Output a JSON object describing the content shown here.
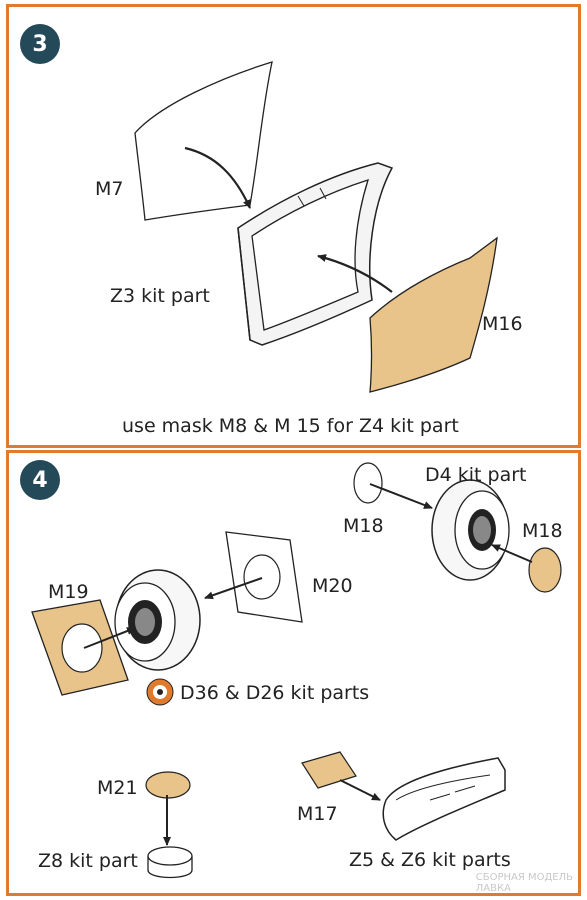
{
  "step3": {
    "number": "3",
    "labels": {
      "m7": "M7",
      "z3": "Z3 kit part",
      "m16": "M16",
      "note": "use mask M8 & M 15 for Z4 kit part"
    }
  },
  "step4": {
    "number": "4",
    "labels": {
      "d4": "D4 kit part",
      "m18_left": "M18",
      "m18_right": "M18",
      "m19": "M19",
      "m20": "M20",
      "d36": "D36 & D26 kit parts",
      "m21": "M21",
      "z8": "Z8 kit part",
      "m17": "M17",
      "z5": "Z5 & Z6 kit parts"
    }
  },
  "watermark": {
    "line1": "СБОРНАЯ МОДЕЛЬ",
    "line2": "ЛАВКА"
  },
  "colors": {
    "frame": "#e07a2c",
    "badge": "#244a5a",
    "mask": "#e8c48a",
    "line": "#222222"
  },
  "icons": {
    "callout": "glue-symbol-icon"
  }
}
